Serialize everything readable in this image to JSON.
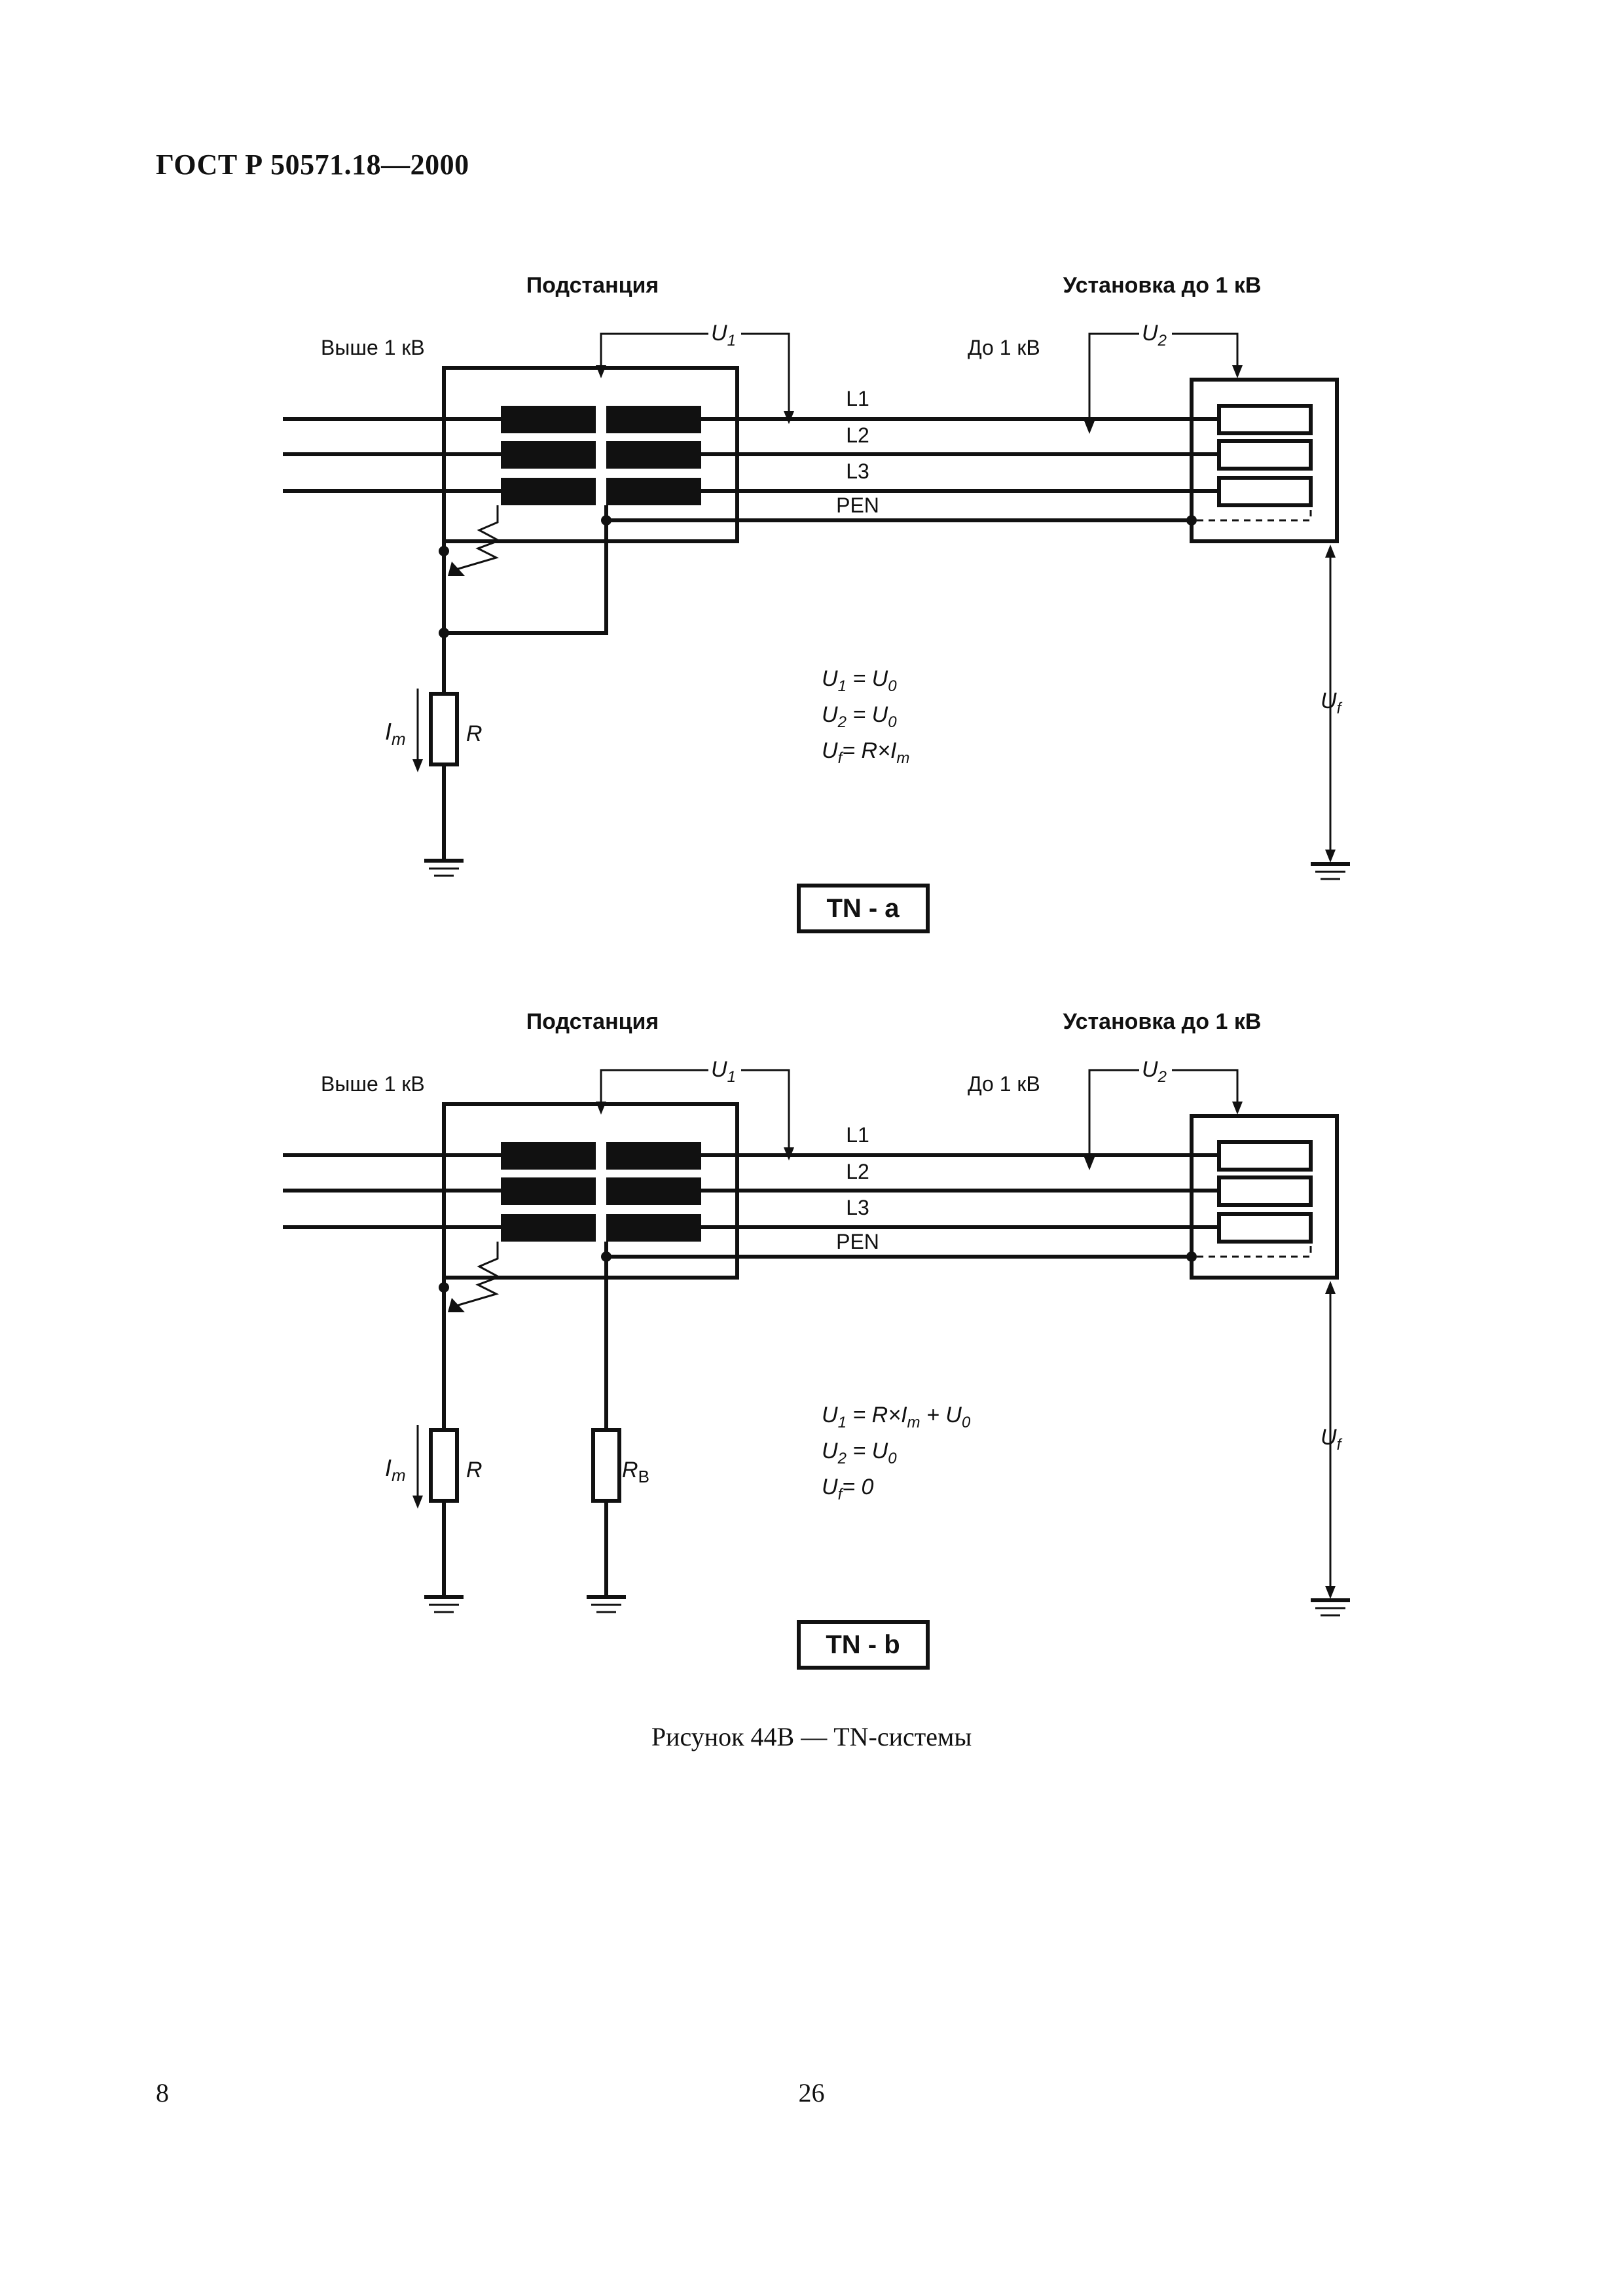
{
  "header": {
    "standard": "ГОСТ Р 50571.18—2000"
  },
  "figures": [
    {
      "substation_label": "Подстанция",
      "installation_label": "Установка до 1 кВ",
      "high_voltage_label": "Выше 1 кВ",
      "low_voltage_label": "До 1 кВ",
      "lines": [
        "L1",
        "L2",
        "L3",
        "PEN"
      ],
      "u1": {
        "main": "U",
        "sub": "1"
      },
      "u2": {
        "main": "U",
        "sub": "2"
      },
      "uf": {
        "main": "U",
        "sub": "f"
      },
      "im": {
        "main": "I",
        "sub": "m"
      },
      "r_label": "R",
      "equations": [
        {
          "a": "U",
          "as": "1",
          "b": " = U",
          "bs": "0",
          "c": "",
          "cs": "",
          "d": ""
        },
        {
          "a": "U",
          "as": "2",
          "b": " = U",
          "bs": "0",
          "c": "",
          "cs": "",
          "d": ""
        },
        {
          "a": "U",
          "as": "f",
          "b": "= R×I",
          "bs": "m",
          "c": "",
          "cs": "",
          "d": ""
        }
      ],
      "tag": "TN - a"
    },
    {
      "substation_label": "Подстанция",
      "installation_label": "Установка до 1 кВ",
      "high_voltage_label": "Выше 1 кВ",
      "low_voltage_label": "До 1 кВ",
      "lines": [
        "L1",
        "L2",
        "L3",
        "PEN"
      ],
      "u1": {
        "main": "U",
        "sub": "1"
      },
      "u2": {
        "main": "U",
        "sub": "2"
      },
      "uf": {
        "main": "U",
        "sub": "f"
      },
      "im": {
        "main": "I",
        "sub": "m"
      },
      "r_label": "R",
      "rb_label": {
        "main": "R",
        "sub": "B"
      },
      "equations": [
        {
          "a": "U",
          "as": "1",
          "b": " = R×I",
          "bs": "m",
          "c": " + U",
          "cs": "0",
          "d": ""
        },
        {
          "a": "U",
          "as": "2",
          "b": " = U",
          "bs": "0",
          "c": "",
          "cs": "",
          "d": ""
        },
        {
          "a": "U",
          "as": "f",
          "b": "= 0",
          "bs": "",
          "c": "",
          "cs": "",
          "d": ""
        }
      ],
      "tag": "TN - b"
    }
  ],
  "caption": "Рисунок 44В — TN-системы",
  "footer": {
    "left": "8",
    "center": "26"
  }
}
